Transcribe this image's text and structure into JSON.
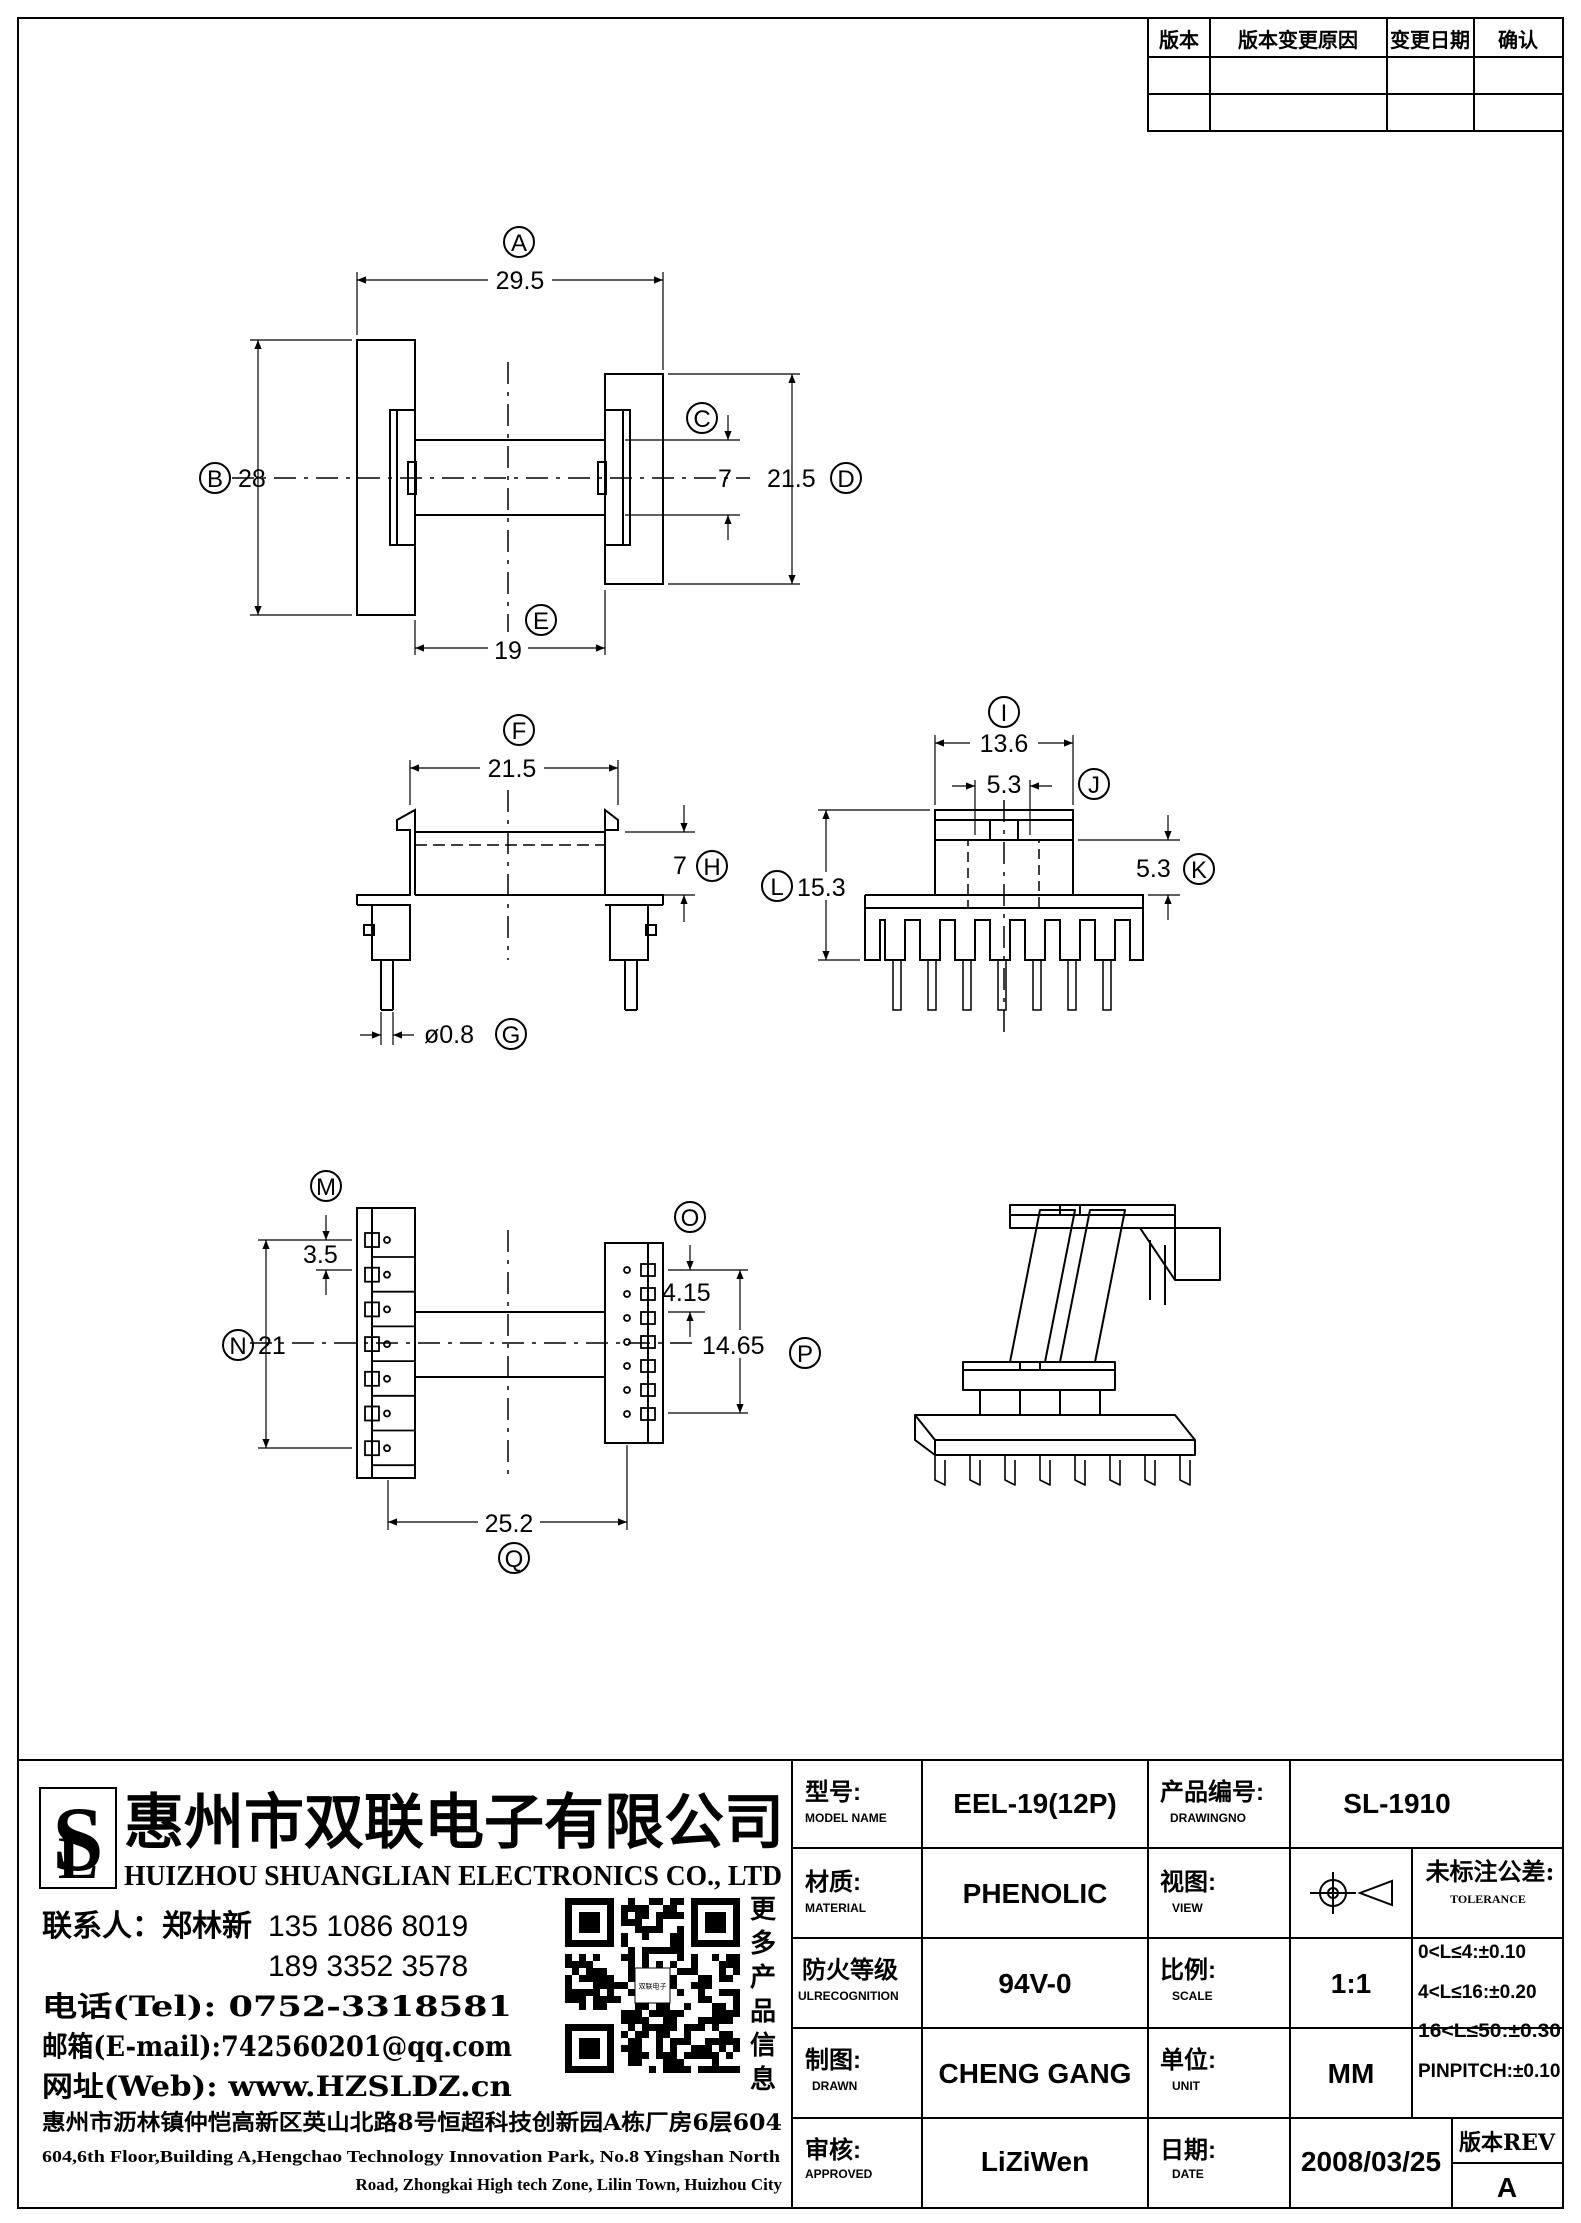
{
  "revision_table": {
    "headers": [
      "版本",
      "版本变更原因",
      "变更日期",
      "确认"
    ]
  },
  "views": {
    "top": {
      "A": {
        "tag": "A",
        "value": "29.5"
      },
      "B": {
        "tag": "B",
        "value": "28"
      },
      "C": {
        "tag": "C"
      },
      "D": {
        "tag": "D",
        "value": "21.5"
      },
      "E": {
        "tag": "E",
        "value": "19"
      },
      "c_value": "7"
    },
    "front": {
      "F": {
        "tag": "F",
        "value": "21.5"
      },
      "G": {
        "tag": "G",
        "value": "ø0.8"
      },
      "H": {
        "tag": "H",
        "value": "7"
      }
    },
    "side": {
      "I": {
        "tag": "I",
        "value": "13.6"
      },
      "J": {
        "tag": "J",
        "value": "5.3"
      },
      "K": {
        "tag": "K",
        "value": "5.3"
      },
      "L": {
        "tag": "L",
        "value": "15.3"
      }
    },
    "bottom": {
      "M": {
        "tag": "M",
        "value": "3.5"
      },
      "N": {
        "tag": "N",
        "value": "21"
      },
      "O": {
        "tag": "O",
        "value": "4.15"
      },
      "P": {
        "tag": "P",
        "value": "14.65"
      },
      "Q": {
        "tag": "Q",
        "value": "25.2"
      }
    }
  },
  "company": {
    "name_cn": "惠州市双联电子有限公司",
    "name_en": "HUIZHOU SHUANGLIAN ELECTRONICS CO., LTD",
    "contact_label": "联系人：郑林新",
    "phone1": "135 1086 8019",
    "phone2": "189 3352 3578",
    "tel": "电话(Tel): 0752-3318581",
    "email": "邮箱(E-mail):742560201@qq.com",
    "web": "网址(Web): www.HZSLDZ.cn",
    "qr_caption": [
      "更",
      "多",
      "产",
      "品",
      "信",
      "息"
    ],
    "address_cn": "惠州市沥林镇仲恺高新区英山北路8号恒超科技创新园A栋厂房6层604",
    "address_en1": "604,6th Floor,Building A,Hengchao Technology Innovation Park, No.8 Yingshan North",
    "address_en2": "Road, Zhongkai High tech Zone, Lilin Town, Huizhou City"
  },
  "title_block": {
    "model_label_cn": "型号:",
    "model_label_en": "MODEL NAME",
    "model": "EEL-19(12P)",
    "drawingno_label_cn": "产品编号:",
    "drawingno_label_en": "DRAWINGNO",
    "drawingno": "SL-1910",
    "material_label_cn": "材质:",
    "material_label_en": "MATERIAL",
    "material": "PHENOLIC",
    "view_label_cn": "视图:",
    "view_label_en": "VIEW",
    "ul_label_cn": "防火等级",
    "ul_label_en": "ULRECOGNITION",
    "ul": "94V-0",
    "scale_label_cn": "比例:",
    "scale_label_en": "SCALE",
    "scale": "1:1",
    "drawn_label_cn": "制图:",
    "drawn_label_en": "DRAWN",
    "drawn": "CHENG GANG",
    "unit_label_cn": "单位:",
    "unit_label_en": "UNIT",
    "unit": "MM",
    "approved_label_cn": "审核:",
    "approved_label_en": "APPROVED",
    "approved": "LiZiWen",
    "date_label_cn": "日期:",
    "date_label_en": "DATE",
    "date": "2008/03/25",
    "rev_label": "版本REV",
    "rev": "A",
    "tolerance_title": "未标注公差:",
    "tolerance_en": "TOLERANCE",
    "tolerances": [
      "0<L≤4:±0.10",
      "4<L≤16:±0.20",
      "16<L≤50:±0.30",
      "PINPITCH:±0.10"
    ]
  },
  "logo_text": "双联电子"
}
